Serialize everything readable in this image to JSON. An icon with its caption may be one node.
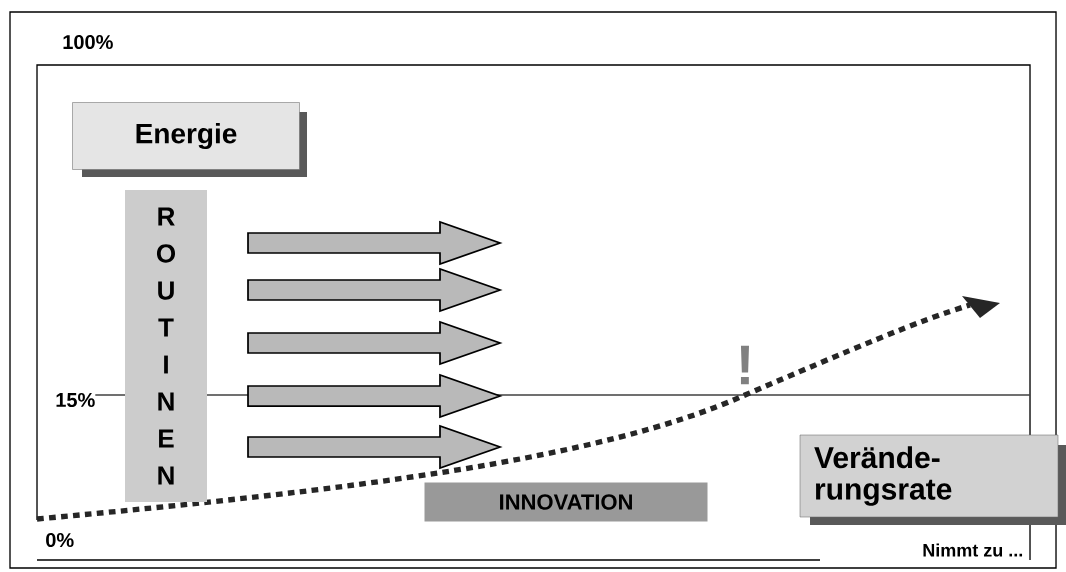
{
  "diagram": {
    "nodes": [
      {
        "text": [
          "Energie"
        ]
      },
      {
        "text": [
          "ROUTINEN"
        ]
      },
      {
        "text": [
          "INNOVATION"
        ]
      },
      {
        "text": [
          "Verände-rungsrate"
        ]
      }
    ],
    "labels": [
      "100%",
      "!",
      "15%",
      "0%",
      "Nimmt zu ..."
    ]
  }
}
